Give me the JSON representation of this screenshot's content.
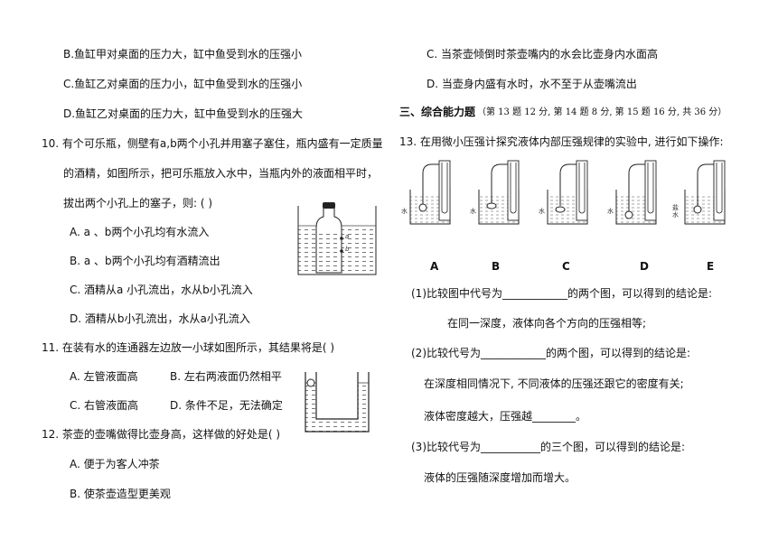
{
  "left": {
    "q9_opts": {
      "B": "B.鱼缸甲对桌面的压力大，缸中鱼受到水的压强小",
      "C": "C.鱼缸乙对桌面的压力小，缸中鱼受到水的压强小",
      "D": "D.鱼缸乙对桌面的压力大，缸中鱼受到水的压强大"
    },
    "q10": {
      "stem1": "10.  有个可乐瓶，侧壁有a,b两个小孔并用塞子塞住，瓶内盛有一定质量",
      "stem2": "的酒精，如图所示，把可乐瓶放入水中，当瓶内外的液面相平时，",
      "stem3": "拔出两个小孔上的塞子，则: (        )",
      "A": "A.  a  、b两个小孔均有水流入",
      "B": "B.  a  、b两个小孔均有酒精流出",
      "C": "C.  酒精从a  小孔流出，水从b小孔流入",
      "D": "D.  酒精从b小孔流出，水从a小孔流入",
      "fig_a": "a",
      "fig_b": "b"
    },
    "q11": {
      "stem": "11.  在装有水的连通器左边放一小球如图所示，其结果将是(         )",
      "A": "A.  左管液面高",
      "B": "B.  左右两液面仍然相平",
      "C": "C.  右管液面高",
      "D": "D.  条件不足，无法确定"
    },
    "q12": {
      "stem": "12.  茶壶的壶嘴做得比壶身高，这样做的好处是(         )",
      "A": "A.  便于为客人冲茶",
      "B": "B.  使茶壶造型更美观"
    }
  },
  "right": {
    "q12_opts": {
      "C": "C.  当茶壶倾倒时茶壶嘴内的水会比壶身内水面高",
      "D": "D.  当壶身内盛有水时，水不至于从壶嘴流出"
    },
    "section3": {
      "title": "三、综合能力题",
      "note": "（第 13 题 12 分, 第 14 题 8 分, 第 15 题 16 分, 共 36 分）"
    },
    "q13": {
      "stem": "13.  在用微小压强计探究液体内部压强规律的实验中, 进行如下操作:",
      "figure_labels": [
        "A",
        "B",
        "C",
        "D",
        "E"
      ],
      "liquid_labels": [
        "水",
        "水",
        "水",
        "水",
        "盐水"
      ],
      "p1": "(1)比较图中代号为____________的两个图，可以得到的结论是:",
      "p1_ans": "在同一深度，液体向各个方向的压强相等;",
      "p2": "(2)比较代号为____________的两个图，可以得到的结论是:",
      "p2_ans1": "在深度相同情况下, 不同液体的压强还跟它的密度有关;",
      "p2_ans2": "液体密度越大，压强越________。",
      "p3": "(3)比较代号为___________的三个图，可以得到的结论是:",
      "p3_ans": "液体的压强随深度增加而增大。"
    }
  }
}
